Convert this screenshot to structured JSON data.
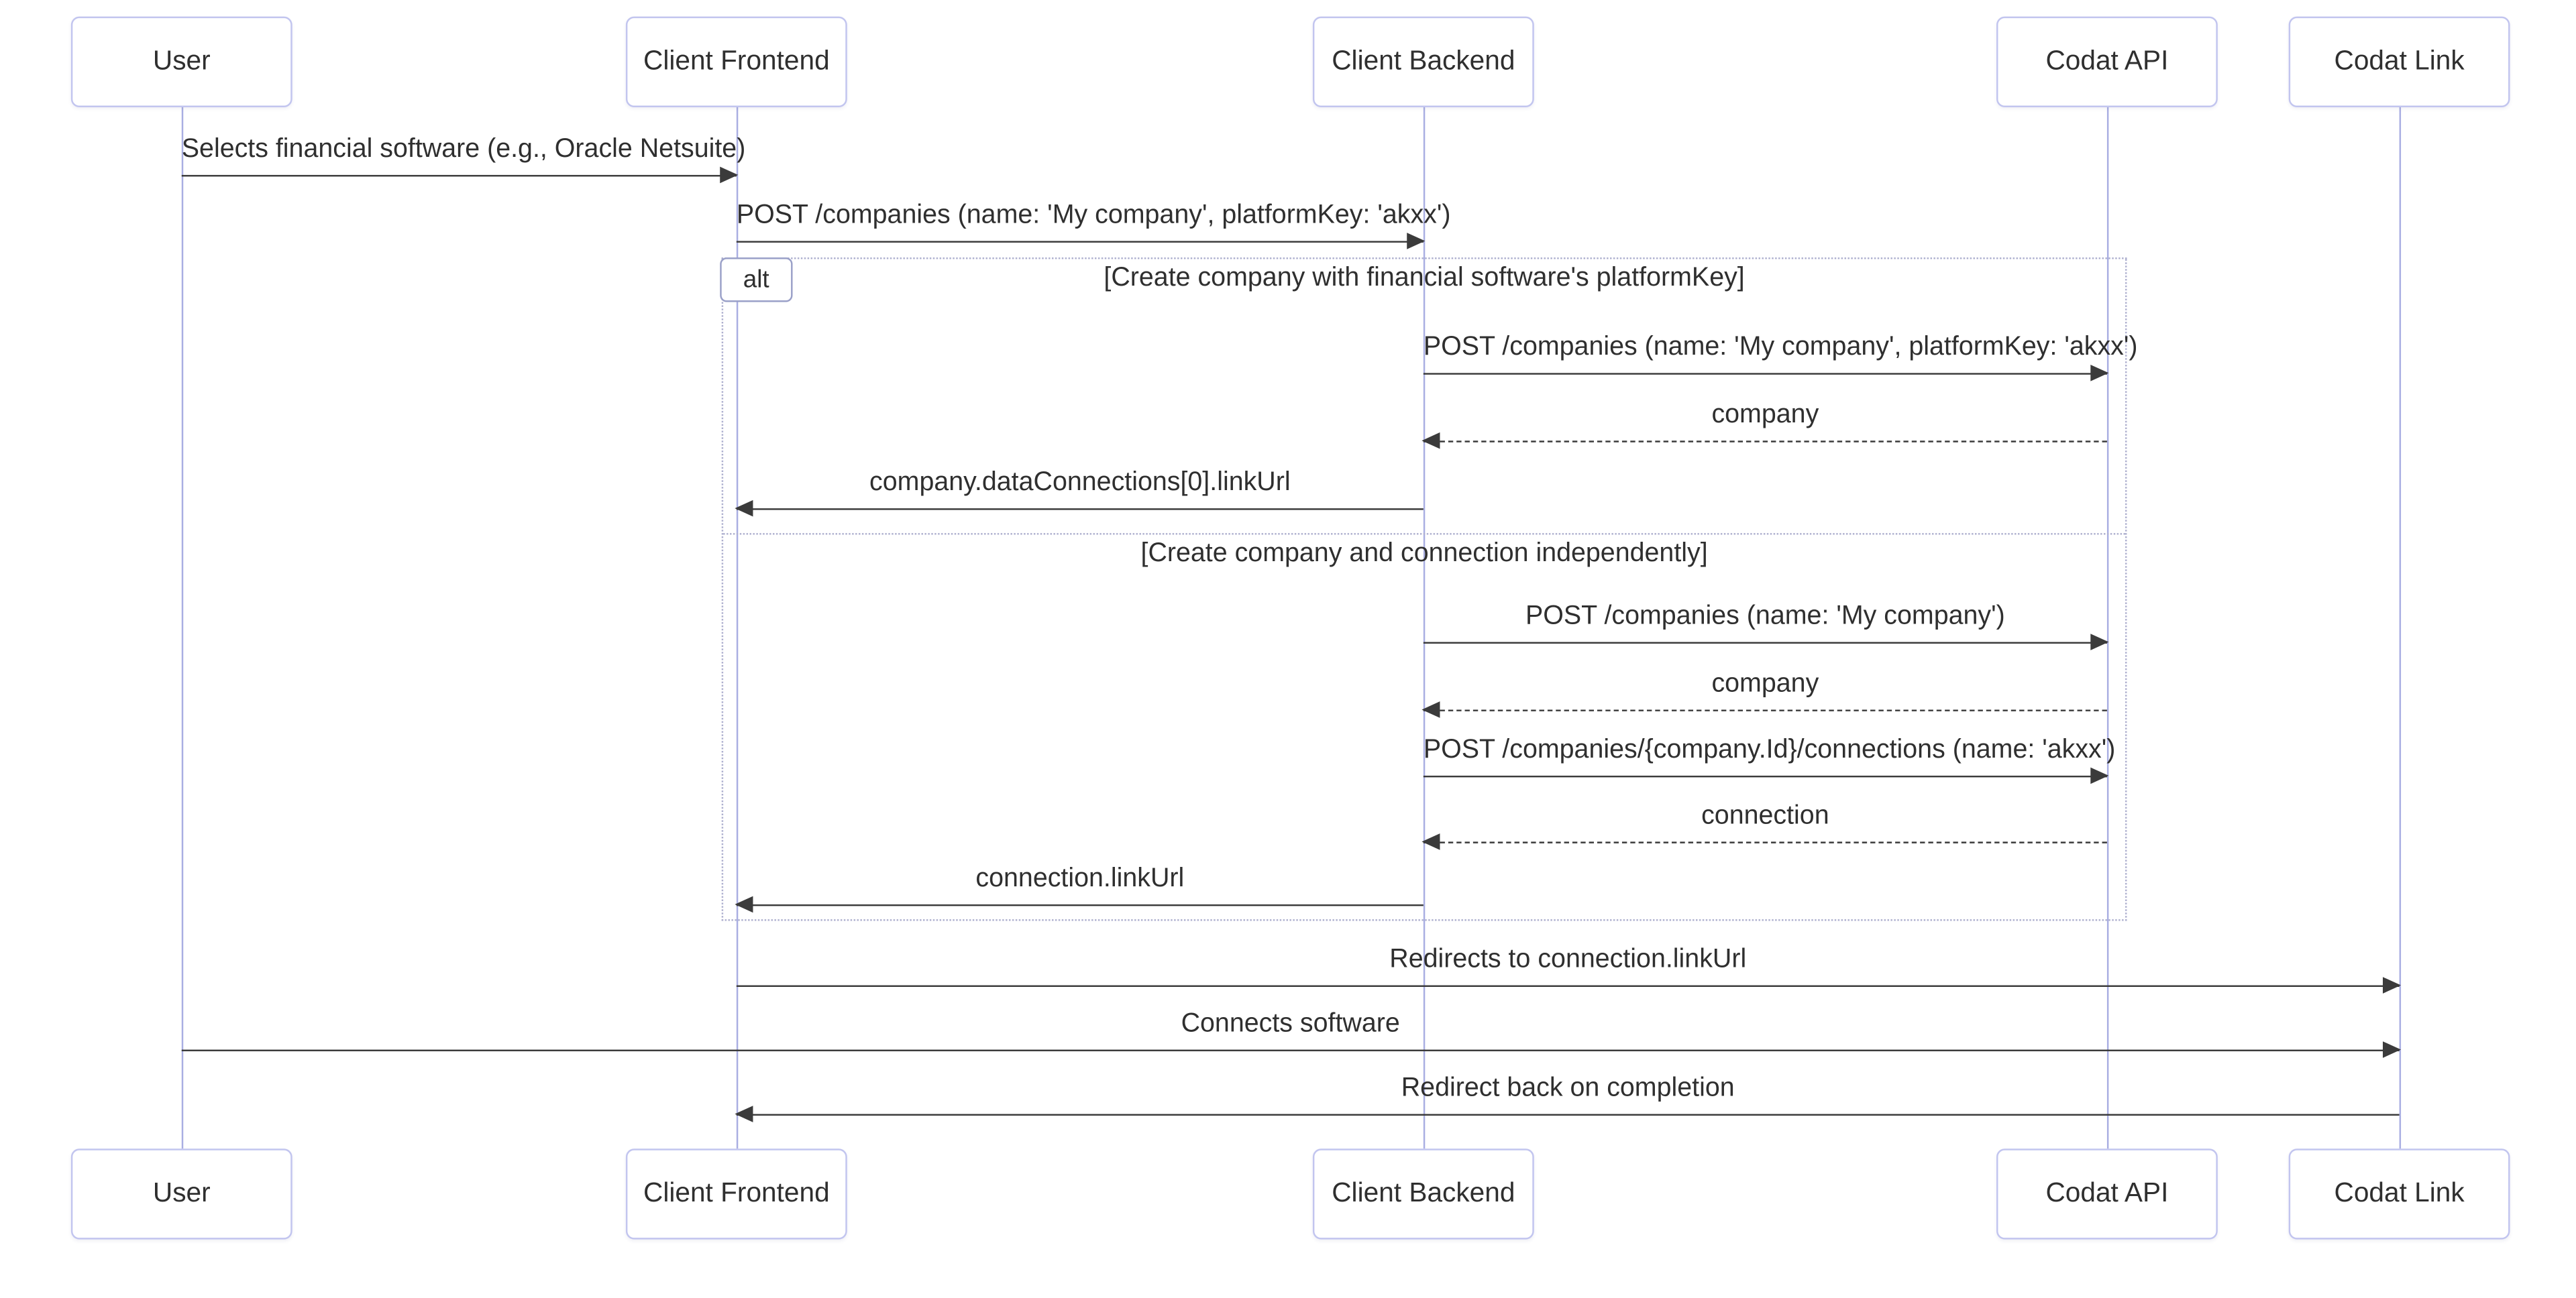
{
  "diagram": {
    "type": "sequence-diagram",
    "actors": [
      "User",
      "Client Frontend",
      "Client Backend",
      "Codat API",
      "Codat Link"
    ],
    "messages": [
      {
        "from": "User",
        "to": "Client Frontend",
        "style": "solid",
        "label": "Selects financial software (e.g., Oracle Netsuite)"
      },
      {
        "from": "Client Frontend",
        "to": "Client Backend",
        "style": "solid",
        "label": "POST /companies (name: 'My company', platformKey: 'akxx')"
      },
      {
        "from": "Client Backend",
        "to": "Codat API",
        "style": "solid",
        "label": "POST /companies (name: 'My company', platformKey: 'akxx')"
      },
      {
        "from": "Codat API",
        "to": "Client Backend",
        "style": "dashed",
        "label": "company"
      },
      {
        "from": "Client Backend",
        "to": "Client Frontend",
        "style": "solid",
        "label": "company.dataConnections[0].linkUrl"
      },
      {
        "from": "Client Backend",
        "to": "Codat API",
        "style": "solid",
        "label": "POST /companies (name: 'My company')"
      },
      {
        "from": "Codat API",
        "to": "Client Backend",
        "style": "dashed",
        "label": "company"
      },
      {
        "from": "Client Backend",
        "to": "Codat API",
        "style": "solid",
        "label": "POST /companies/{company.Id}/connections (name: 'akxx')"
      },
      {
        "from": "Codat API",
        "to": "Client Backend",
        "style": "dashed",
        "label": "connection"
      },
      {
        "from": "Client Backend",
        "to": "Client Frontend",
        "style": "solid",
        "label": "connection.linkUrl"
      },
      {
        "from": "Client Frontend",
        "to": "Codat Link",
        "style": "solid",
        "label": "Redirects to connection.linkUrl"
      },
      {
        "from": "User",
        "to": "Codat Link",
        "style": "solid",
        "label": "Connects software"
      },
      {
        "from": "Codat Link",
        "to": "Client Frontend",
        "style": "solid",
        "label": "Redirect back on completion"
      }
    ],
    "alt": {
      "label": "alt",
      "branches": [
        "[Create company with financial software's platformKey]",
        "[Create company and connection independently]"
      ]
    }
  }
}
